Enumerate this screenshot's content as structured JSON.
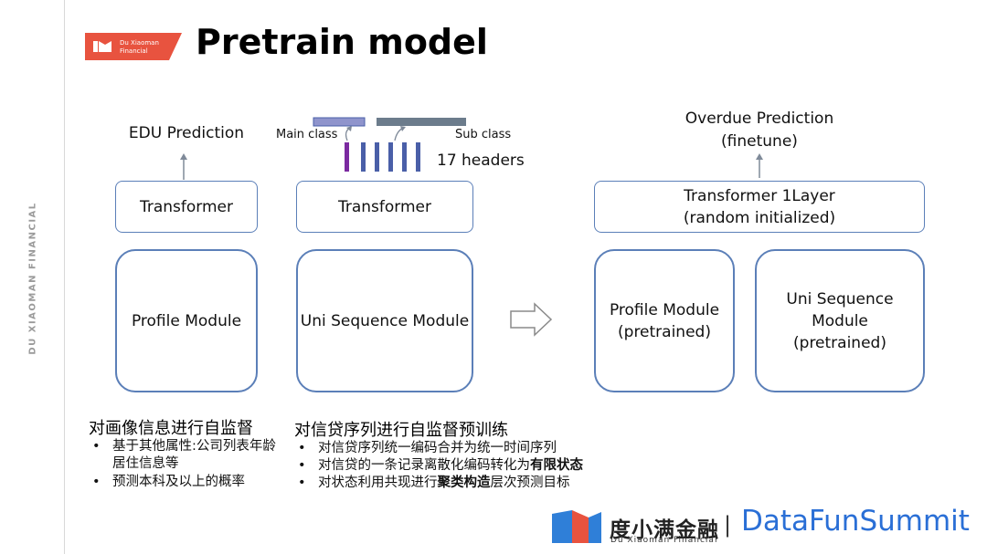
{
  "sidebar": {
    "vertical_text": "DU XIAOMAN  FINANCIAL"
  },
  "header": {
    "logo_line1": "Du Xiaoman",
    "logo_line2": "Financial",
    "title": "Pretrain model"
  },
  "left_column": {
    "prediction_label": "EDU Prediction",
    "transformer_label": "Transformer",
    "module_label": "Profile Module",
    "heading": "对画像信息进行自监督",
    "bullets": [
      "基于其他属性:公司列表年龄居住信息等",
      "预测本科及以上的概率"
    ]
  },
  "middle_column": {
    "main_class_label": "Main class",
    "sub_class_label": "Sub class",
    "headers_label": "17 headers",
    "transformer_label": "Transformer",
    "module_label": "Uni Sequence Module",
    "heading": "对信贷序列进行自监督预训练",
    "bullets": [
      {
        "text": "对信贷序列统一编码合并为统一时间序列"
      },
      {
        "pre": "对信贷的一条记录离散化编码转化为",
        "bold": "有限状态"
      },
      {
        "pre": "对状态利用共现进行",
        "bold": "聚类构造",
        "post": "层次预测目标"
      }
    ]
  },
  "right_column": {
    "prediction_line1": "Overdue Prediction",
    "prediction_line2": "(finetune)",
    "transformer_line1": "Transformer 1Layer",
    "transformer_line2": "(random initialized)",
    "profile_line1": "Profile Module",
    "profile_line2": "(pretrained)",
    "sequence_line1": "Uni Sequence Module",
    "sequence_line2": "(pretrained)"
  },
  "footer": {
    "brand_cn": "度小满金融",
    "brand_en": "Du Xiaoman Financial",
    "separator": "|",
    "event": "DataFunSummit"
  },
  "colors": {
    "accent_red": "#e8533f",
    "box_border": "#5b7fb8",
    "header_bar_purple": "#7b2aa0",
    "header_bar_blue": "#4a5fa8",
    "event_blue": "#2a6fd6"
  }
}
